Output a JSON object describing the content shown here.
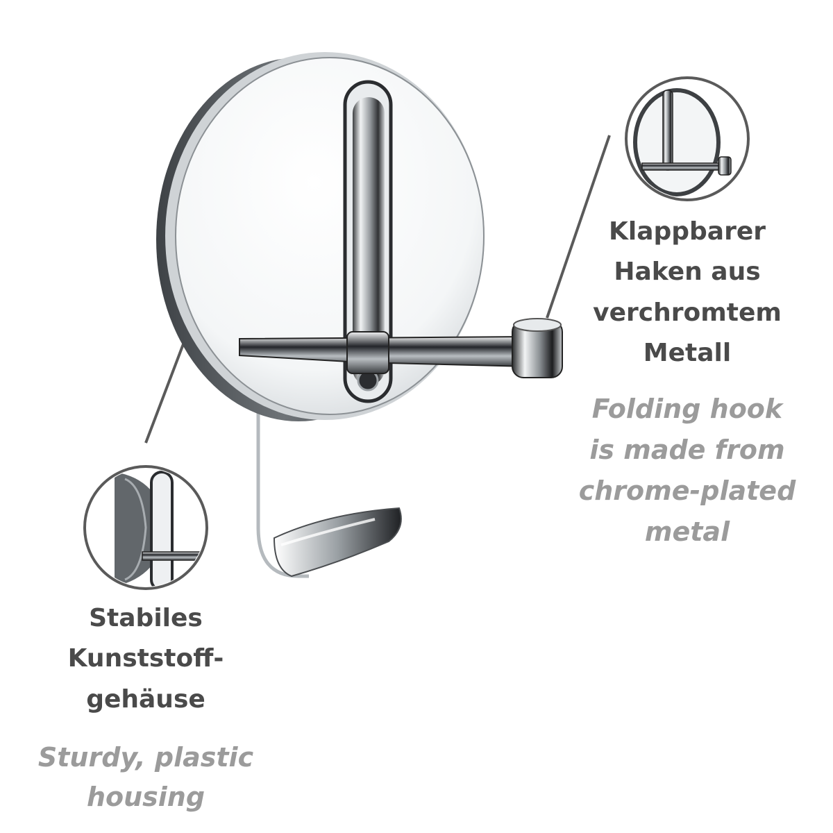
{
  "callouts": {
    "right": {
      "german": [
        "Klappbarer",
        "Haken aus",
        "verchromtem",
        "Metall"
      ],
      "english": [
        "Folding hook",
        "is made from",
        "chrome-plated",
        "metal"
      ]
    },
    "left": {
      "german": [
        "Stabiles",
        "Kunststoff-",
        "gehäuse"
      ],
      "english": [
        "Sturdy, plastic",
        "housing"
      ]
    }
  },
  "colors": {
    "german_text": "#4a4a4a",
    "english_text": "#9b9b9b",
    "housing_grey": "#5f6468",
    "chrome": "#d9dde0",
    "callout_line": "#5a5a5a"
  }
}
